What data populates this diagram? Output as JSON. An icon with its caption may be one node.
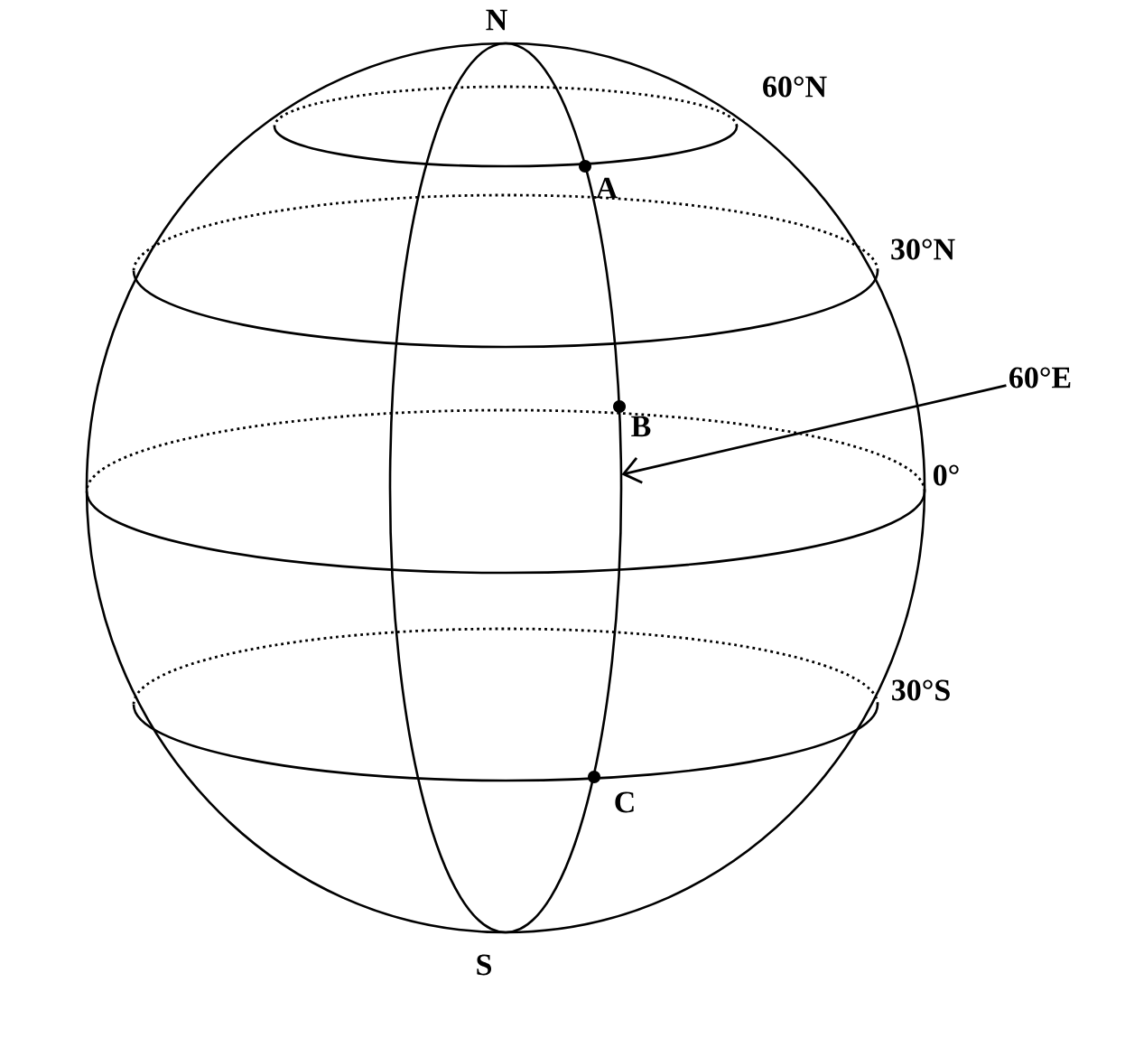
{
  "diagram": {
    "nodes": [
      {
        "text": [
          "60°E"
        ]
      },
      {
        "text": [],
        "shape": "arc"
      }
    ],
    "edges": [
      {
        "from": 0,
        "to": 1,
        "arrow": "to"
      }
    ],
    "labels": [
      "N",
      "60°N",
      "A",
      "30°N",
      "B",
      "0°",
      "30°S",
      "C",
      "S"
    ]
  }
}
